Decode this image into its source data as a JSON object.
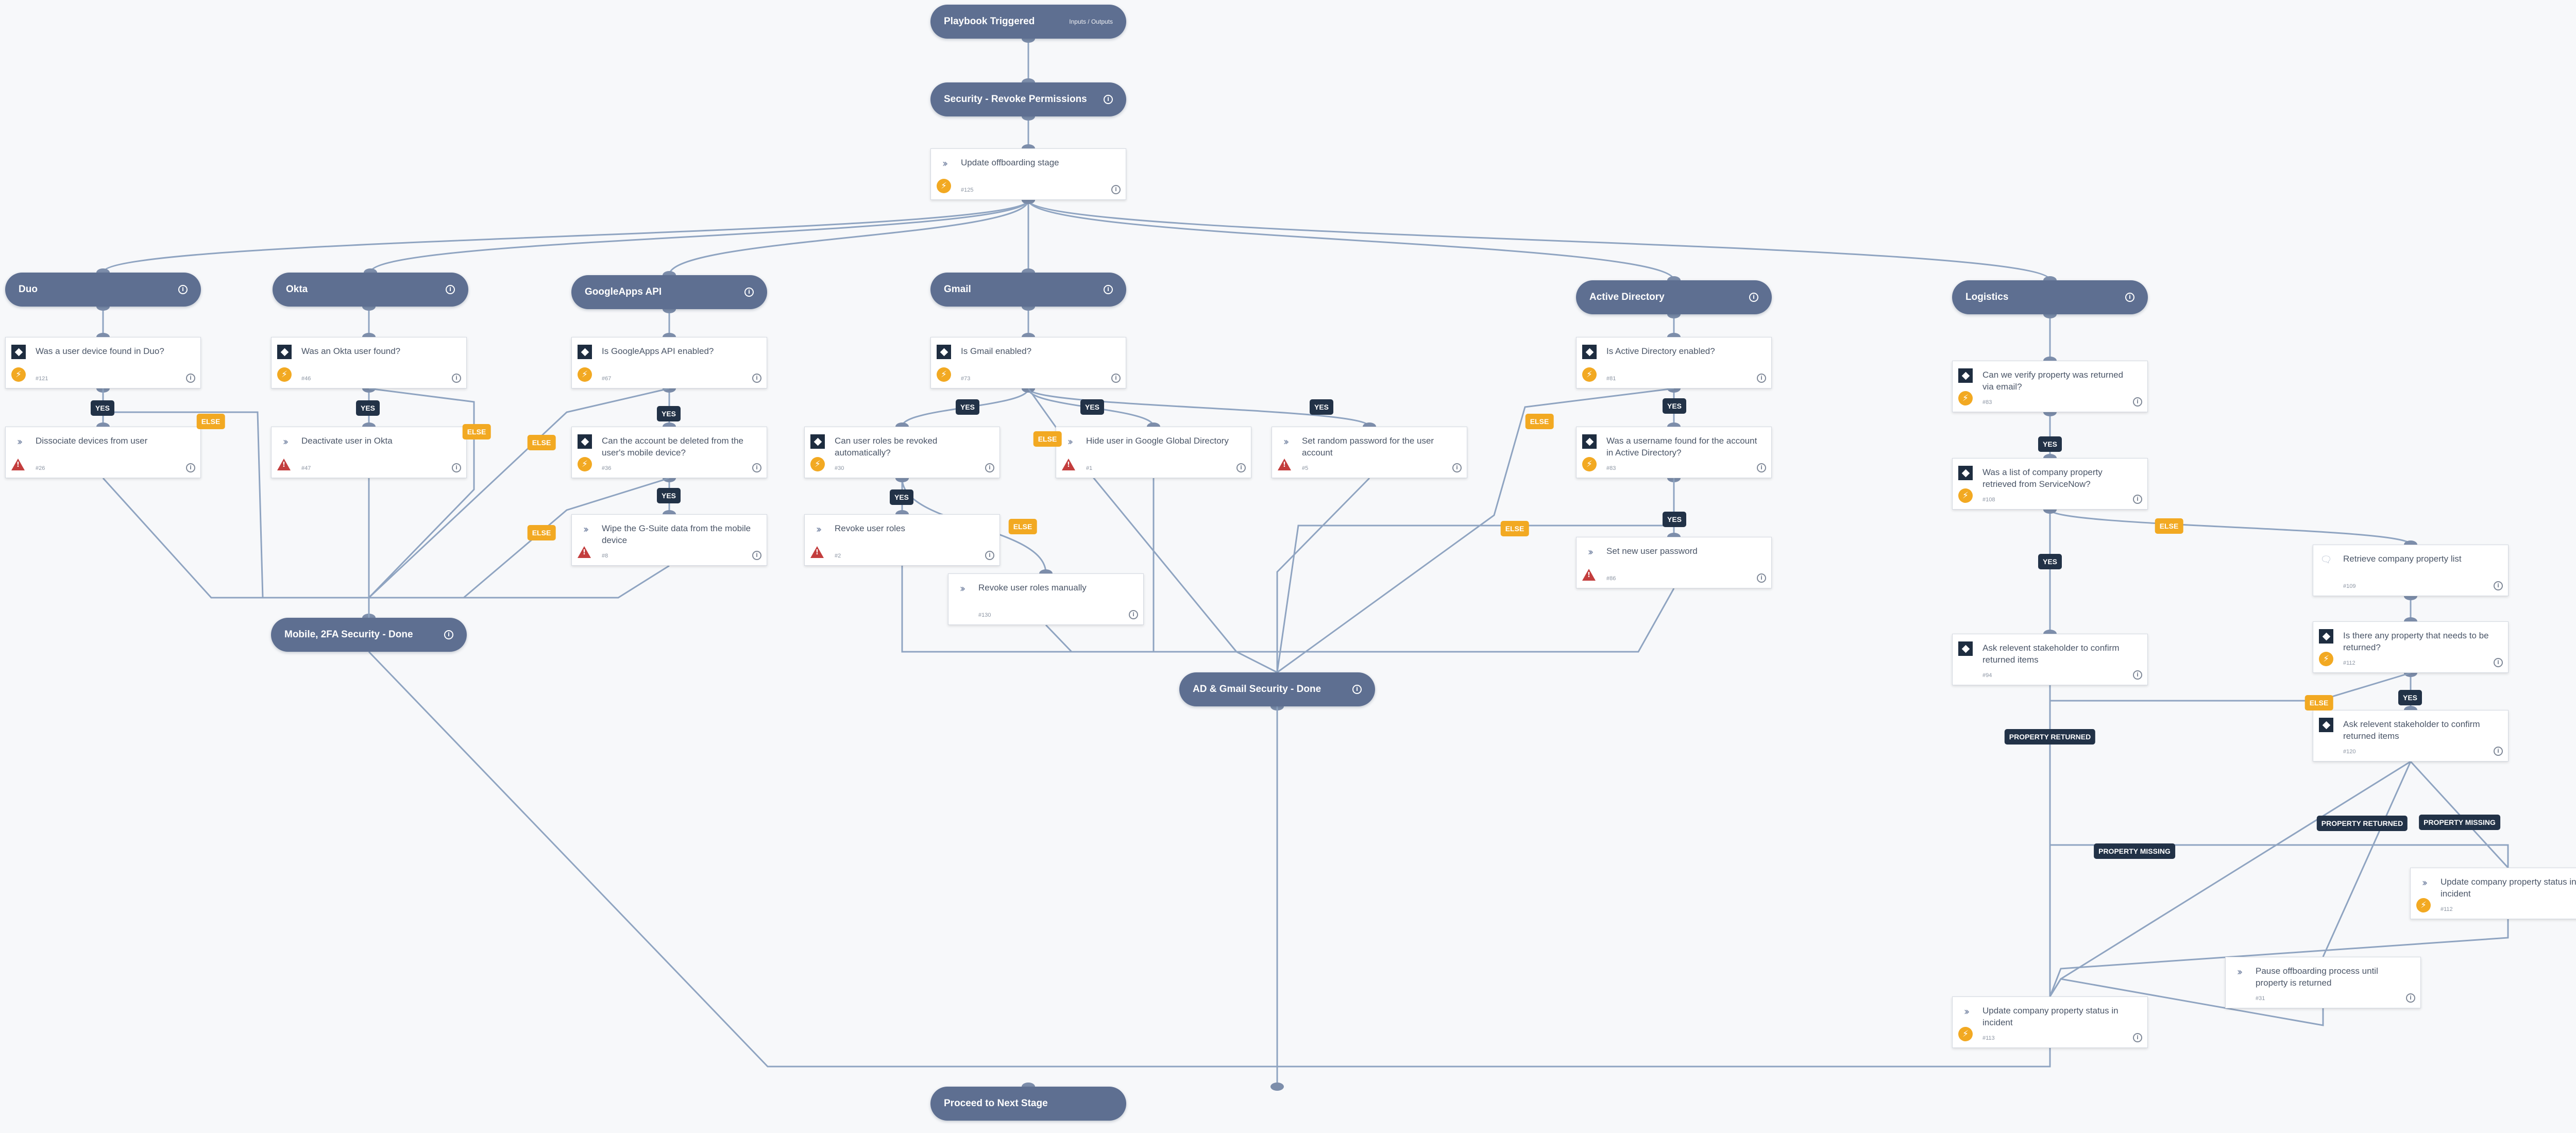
{
  "colors": {
    "pill": "#5e6f91",
    "edge": "#8fa4c1",
    "else_badge": "#f2a922",
    "yes_badge": "#223247",
    "canvas": "#f7f8fa"
  },
  "pills": [
    {
      "id": "p-start",
      "label": "Playbook Triggered",
      "sub": "Inputs / Outputs",
      "icon": ""
    },
    {
      "id": "p-revoke",
      "label": "Security - Revoke Permissions",
      "sub": "",
      "icon": "info-icon"
    },
    {
      "id": "p-duo",
      "label": "Duo",
      "sub": "",
      "icon": "info-icon"
    },
    {
      "id": "p-okta",
      "label": "Okta",
      "sub": "",
      "icon": "info-icon"
    },
    {
      "id": "p-gapps",
      "label": "GoogleApps API",
      "sub": "",
      "icon": "info-icon"
    },
    {
      "id": "p-gmail",
      "label": "Gmail",
      "sub": "",
      "icon": "info-icon"
    },
    {
      "id": "p-ad",
      "label": "Active Directory",
      "sub": "",
      "icon": "info-icon"
    },
    {
      "id": "p-logistics",
      "label": "Logistics",
      "sub": "",
      "icon": "info-icon"
    },
    {
      "id": "p-mobile",
      "label": "Mobile, 2FA Security - Done",
      "sub": "",
      "icon": "info-icon"
    },
    {
      "id": "p-adgmail",
      "label": "AD & Gmail Security - Done",
      "sub": "",
      "icon": "info-icon"
    },
    {
      "id": "p-next",
      "label": "Proceed to Next Stage",
      "sub": "",
      "icon": ""
    }
  ],
  "tasks": [
    {
      "id": "t-update-offboarding",
      "name": "Update offboarding stage",
      "task_id": "#125",
      "type": "chevron-icon",
      "status": "bolt-icon"
    },
    {
      "id": "t-duo-q",
      "name": "Was a user device found in Duo?",
      "task_id": "#121",
      "type": "diamond-icon",
      "status": "bolt-icon"
    },
    {
      "id": "t-duo-dissociate",
      "name": "Dissociate devices from user",
      "task_id": "#26",
      "type": "chevron-icon",
      "status": "warning-icon"
    },
    {
      "id": "t-okta-q",
      "name": "Was an Okta user found?",
      "task_id": "#46",
      "type": "diamond-icon",
      "status": "bolt-icon"
    },
    {
      "id": "t-okta-deactivate",
      "name": "Deactivate user in Okta",
      "task_id": "#47",
      "type": "chevron-icon",
      "status": "warning-icon"
    },
    {
      "id": "t-gapps-q",
      "name": "Is GoogleApps API enabled?",
      "task_id": "#67",
      "type": "diamond-icon",
      "status": "bolt-icon"
    },
    {
      "id": "t-gapps-delete-q",
      "name": "Can the account be deleted from the user's mobile device?",
      "task_id": "#36",
      "type": "diamond-icon",
      "status": "bolt-icon"
    },
    {
      "id": "t-gapps-wipe",
      "name": "Wipe the G-Suite data from the mobile device",
      "task_id": "#8",
      "type": "chevron-icon",
      "status": "warning-icon"
    },
    {
      "id": "t-gmail-q",
      "name": "Is Gmail enabled?",
      "task_id": "#73",
      "type": "diamond-icon",
      "status": "bolt-icon"
    },
    {
      "id": "t-gmail-roles-q",
      "name": "Can user roles be revoked automatically?",
      "task_id": "#30",
      "type": "diamond-icon",
      "status": "bolt-icon"
    },
    {
      "id": "t-gmail-hide",
      "name": "Hide user in Google Global Directory",
      "task_id": "#1",
      "type": "chevron-icon",
      "status": "warning-icon"
    },
    {
      "id": "t-gmail-random-pw",
      "name": "Set random password for the user account",
      "task_id": "#5",
      "type": "chevron-icon",
      "status": "warning-icon"
    },
    {
      "id": "t-gmail-revoke-roles",
      "name": "Revoke user roles",
      "task_id": "#2",
      "type": "chevron-icon",
      "status": "warning-icon"
    },
    {
      "id": "t-gmail-revoke-manual",
      "name": "Revoke user roles manually",
      "task_id": "#130",
      "type": "chevron-icon",
      "status": ""
    },
    {
      "id": "t-ad-q",
      "name": "Is Active Directory enabled?",
      "task_id": "#81",
      "type": "diamond-icon",
      "status": "bolt-icon"
    },
    {
      "id": "t-ad-username-q",
      "name": "Was a username found for the account in Active Directory?",
      "task_id": "#83",
      "type": "diamond-icon",
      "status": "bolt-icon"
    },
    {
      "id": "t-ad-set-pw",
      "name": "Set new user password",
      "task_id": "#86",
      "type": "chevron-icon",
      "status": "warning-icon"
    },
    {
      "id": "t-log-verify-q",
      "name": "Can we verify property was returned via email?",
      "task_id": "#83",
      "type": "diamond-icon",
      "status": "bolt-icon"
    },
    {
      "id": "t-log-list-q",
      "name": "Was a list of company property retrieved from ServiceNow?",
      "task_id": "#108",
      "type": "diamond-icon",
      "status": "bolt-icon"
    },
    {
      "id": "t-log-retrieve",
      "name": "Retrieve company property list",
      "task_id": "#109",
      "type": "chat-icon",
      "status": ""
    },
    {
      "id": "t-log-any-q",
      "name": "Is there any property that needs to be returned?",
      "task_id": "#112",
      "type": "diamond-icon",
      "status": "bolt-icon"
    },
    {
      "id": "t-log-ask-1",
      "name": "Ask relevent stakeholder to confirm returned items",
      "task_id": "#94",
      "type": "diamond-icon",
      "status": ""
    },
    {
      "id": "t-log-ask-2",
      "name": "Ask relevent stakeholder to confirm returned items",
      "task_id": "#120",
      "type": "diamond-icon",
      "status": ""
    },
    {
      "id": "t-log-update-status-1",
      "name": "Update company property status in incident",
      "task_id": "#112",
      "type": "chevron-icon",
      "status": "bolt-icon"
    },
    {
      "id": "t-log-pause",
      "name": "Pause offboarding process until property is returned",
      "task_id": "#31",
      "type": "chevron-icon",
      "status": ""
    },
    {
      "id": "t-log-update-status-2",
      "name": "Update company property status in incident",
      "task_id": "#113",
      "type": "chevron-icon",
      "status": "bolt-icon"
    }
  ],
  "badges": [
    {
      "id": "b-duo-yes",
      "text": "YES",
      "kind": "dark"
    },
    {
      "id": "b-duo-else",
      "text": "ELSE",
      "kind": "orange"
    },
    {
      "id": "b-okta-yes",
      "text": "YES",
      "kind": "dark"
    },
    {
      "id": "b-okta-else",
      "text": "ELSE",
      "kind": "orange"
    },
    {
      "id": "b-gapps-yes",
      "text": "YES",
      "kind": "dark"
    },
    {
      "id": "b-gapps-else",
      "text": "ELSE",
      "kind": "orange"
    },
    {
      "id": "b-gapps-yes2",
      "text": "YES",
      "kind": "dark"
    },
    {
      "id": "b-gapps-else2",
      "text": "ELSE",
      "kind": "orange"
    },
    {
      "id": "b-gmail-yes1",
      "text": "YES",
      "kind": "dark"
    },
    {
      "id": "b-gmail-yes2",
      "text": "YES",
      "kind": "dark"
    },
    {
      "id": "b-gmail-yes3",
      "text": "YES",
      "kind": "dark"
    },
    {
      "id": "b-gmail-else",
      "text": "ELSE",
      "kind": "orange"
    },
    {
      "id": "b-gmail-roles-yes",
      "text": "YES",
      "kind": "dark"
    },
    {
      "id": "b-gmail-roles-else",
      "text": "ELSE",
      "kind": "orange"
    },
    {
      "id": "b-ad-else",
      "text": "ELSE",
      "kind": "orange"
    },
    {
      "id": "b-ad-yes",
      "text": "YES",
      "kind": "dark"
    },
    {
      "id": "b-ad-yes2",
      "text": "YES",
      "kind": "dark"
    },
    {
      "id": "b-ad-else2",
      "text": "ELSE",
      "kind": "orange"
    },
    {
      "id": "b-log-yes1",
      "text": "YES",
      "kind": "dark"
    },
    {
      "id": "b-log-else1",
      "text": "ELSE",
      "kind": "orange"
    },
    {
      "id": "b-log-yes2",
      "text": "YES",
      "kind": "dark"
    },
    {
      "id": "b-log-prop-returned1",
      "text": "PROPERTY RETURNED",
      "kind": "dark"
    },
    {
      "id": "b-log-yes3",
      "text": "YES",
      "kind": "dark"
    },
    {
      "id": "b-log-else2",
      "text": "ELSE",
      "kind": "orange"
    },
    {
      "id": "b-log-prop-returned2",
      "text": "PROPERTY RETURNED",
      "kind": "dark"
    },
    {
      "id": "b-log-prop-missing1",
      "text": "PROPERTY MISSING",
      "kind": "dark"
    },
    {
      "id": "b-log-prop-missing2",
      "text": "PROPERTY MISSING",
      "kind": "dark"
    }
  ]
}
